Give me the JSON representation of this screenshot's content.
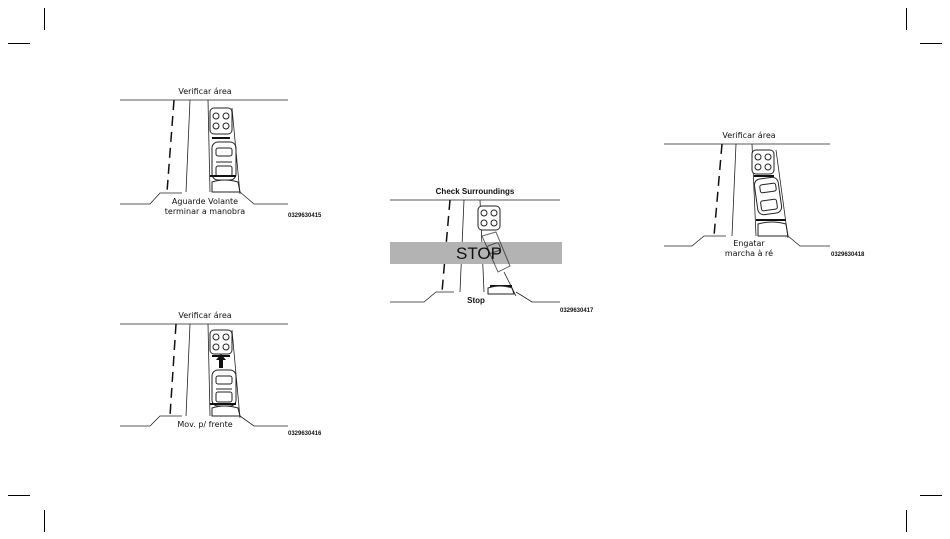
{
  "figures": [
    {
      "id": "fig415",
      "top_label": "Verificar área",
      "bottom_line1": "Aguarde Volante",
      "bottom_line2": "terminar a manobra",
      "code": "0329630415"
    },
    {
      "id": "fig416",
      "top_label": "Verificar área",
      "bottom_line1": "Mov. p/ frente",
      "code": "0329630416"
    },
    {
      "id": "fig417",
      "top_label": "Check Surroundings",
      "overlay": "STOP",
      "bottom_line1": "Stop",
      "code": "0329630417",
      "overlay_color": "#b3b3b3"
    },
    {
      "id": "fig418",
      "top_label": "Verificar área",
      "bottom_line1": "Engatar",
      "bottom_line2": "marcha à ré",
      "code": "0329630418"
    }
  ]
}
